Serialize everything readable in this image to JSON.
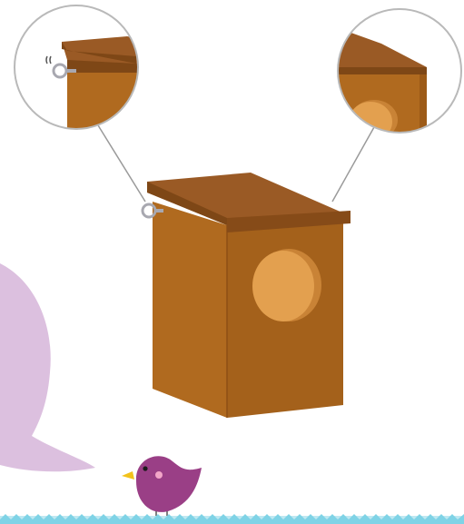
{
  "illustration": {
    "subject": "birdhouse",
    "callouts": [
      "hinge-detail",
      "entrance-hole-detail"
    ],
    "colors": {
      "background": "#ffffff",
      "wood_front": "#b06a1f",
      "wood_side": "#9c5a17",
      "wood_roof_top": "#9a5a25",
      "wood_roof_edge": "#7e4716",
      "hole": "#e3a04f",
      "hole_shadow": "#c98336",
      "hinge": "#a8a8b0",
      "callout_line": "#9a9a9a",
      "speech_bubble": "#dcc0df",
      "bird_body": "#9a3f86",
      "bird_beak": "#f2c21b",
      "bird_cheek": "#f2a6c8",
      "grass": "#7fd3e6"
    }
  }
}
